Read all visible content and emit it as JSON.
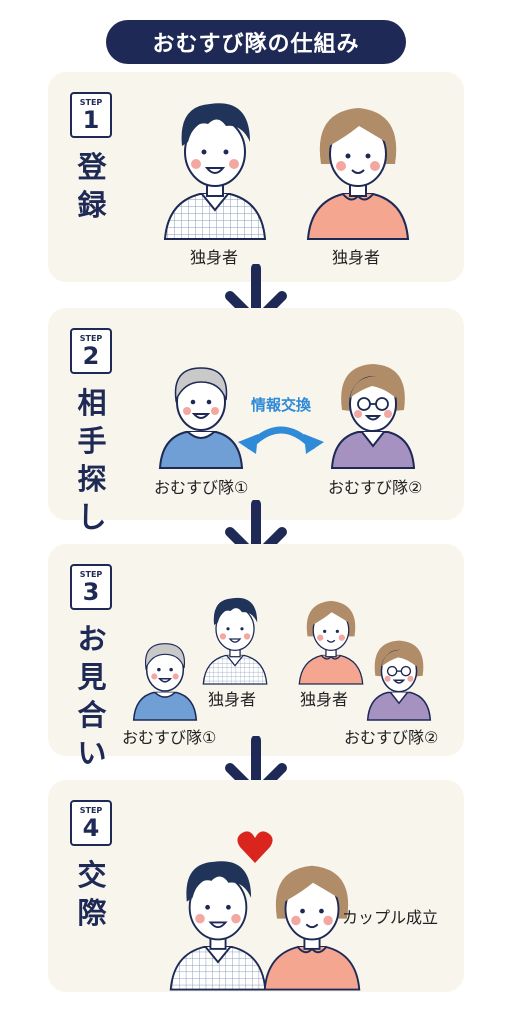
{
  "title": "おむすび隊の仕組み",
  "step_word": "STEP",
  "steps": [
    {
      "number": "1",
      "name": "登録",
      "labels": {
        "single_a": "独身者",
        "single_b": "独身者"
      }
    },
    {
      "number": "2",
      "name": "相手探し",
      "labels": {
        "exchange": "情報交換",
        "member_1": "おむすび隊①",
        "member_2": "おむすび隊②"
      }
    },
    {
      "number": "3",
      "name": "お見合い",
      "labels": {
        "single_a": "独身者",
        "single_b": "独身者",
        "member_1": "おむすび隊①",
        "member_2": "おむすび隊②"
      }
    },
    {
      "number": "4",
      "name": "交際",
      "labels": {
        "couple": "カップル成立"
      }
    }
  ],
  "colors": {
    "navy": "#1e2a55",
    "panel": "#f7f5ec",
    "accent_blue": "#2f8ad7",
    "heart": "#d9251d",
    "woman_top": "#f4a691",
    "man_hair": "#1f3458",
    "woman_hair": "#b08d68",
    "grey_hair": "#c9c9c9",
    "older_man_top": "#6f9fd4",
    "older_woman_top": "#a592c0"
  }
}
